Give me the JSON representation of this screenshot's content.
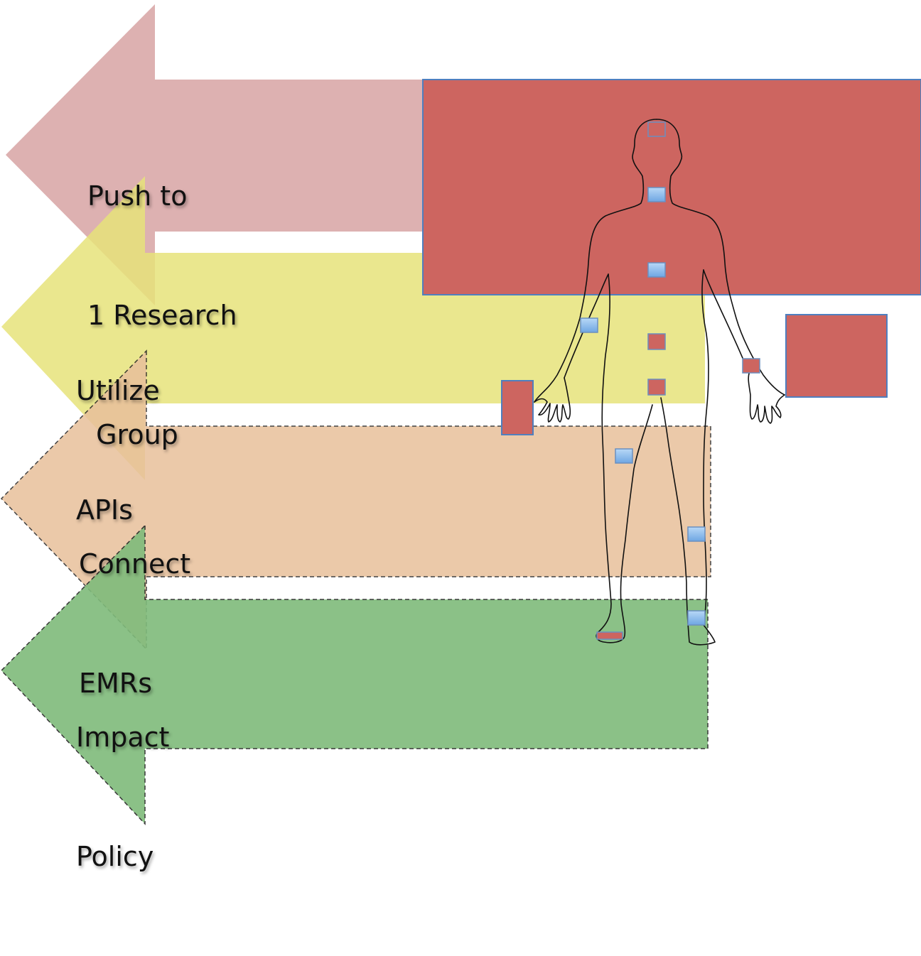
{
  "arrows": [
    {
      "id": "push",
      "lines": [
        "Push to",
        "1 Research",
        " Group"
      ],
      "fill": "#d9a9a9",
      "dashed": false
    },
    {
      "id": "utilize",
      "lines": [
        "Utilize",
        "APIs"
      ],
      "fill": "#e6e37a",
      "dashed": false
    },
    {
      "id": "connect",
      "lines": [
        "Connect",
        "EMRs"
      ],
      "fill": "#e8c09b",
      "dashed": true
    },
    {
      "id": "impact",
      "lines": [
        "Impact",
        "Policy"
      ],
      "fill": "#7fbb7b",
      "dashed": true
    }
  ],
  "colors": {
    "red_box": "#cd6560",
    "red_box_border": "#4f7fbf",
    "blue_marker": "#8fbfee",
    "red_marker": "#cd6560",
    "body_outline": "#111111"
  },
  "icons": [
    "human-body-outline-icon"
  ]
}
